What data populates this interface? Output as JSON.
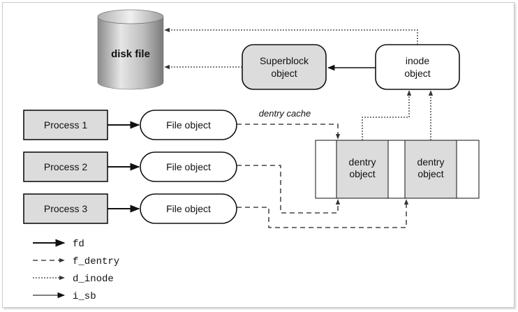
{
  "disk": {
    "label": "disk file"
  },
  "superblock": {
    "line1": "Superblock",
    "line2": "object"
  },
  "inode": {
    "line1": "inode",
    "line2": "object"
  },
  "processes": [
    "Process 1",
    "Process 2",
    "Process 3"
  ],
  "file_object_label": "File object",
  "dentry_cache_label": "dentry cache",
  "dentry": {
    "line1": "dentry",
    "line2": "object"
  },
  "legend": [
    "fd",
    "f_dentry",
    "d_inode",
    "i_sb"
  ]
}
